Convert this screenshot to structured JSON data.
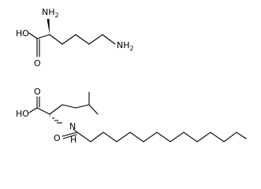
{
  "molecule_1": {
    "atom_labels": {
      "amino_alpha": {
        "main": "NH",
        "sub": "2"
      },
      "hydroxyl": "HO",
      "carbonyl_o": "O",
      "amino_epsilon": {
        "main": "NH",
        "sub": "2"
      }
    }
  },
  "molecule_2": {
    "atom_labels": {
      "hydroxyl": "HO",
      "carbonyl_o": "O",
      "amide_n": "N",
      "amide_h": "H",
      "amide_o": "O"
    }
  },
  "colors": {
    "bond": "#000000",
    "background": "#ffffff"
  }
}
